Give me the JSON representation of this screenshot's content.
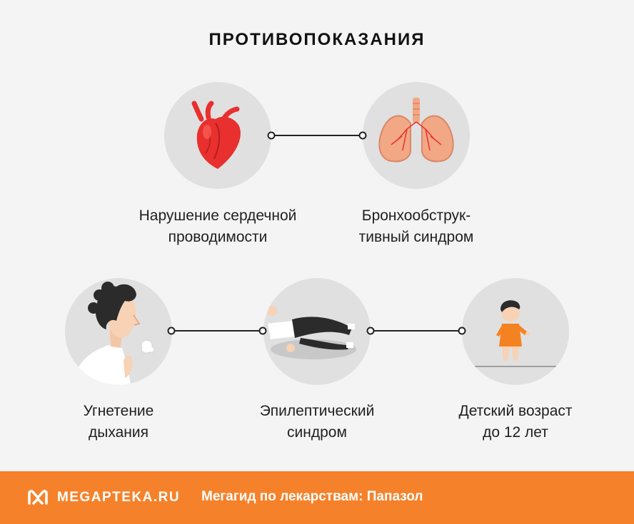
{
  "title": "ПРОТИВОПОКАЗАНИЯ",
  "items": [
    {
      "icon": "heart-icon",
      "line1": "Нарушение сердечной",
      "line2": "проводимости"
    },
    {
      "icon": "lungs-icon",
      "line1": "Бронхообструк-",
      "line2": "тивный синдром"
    },
    {
      "icon": "breathing-person-icon",
      "line1": "Угнетение",
      "line2": "дыхания"
    },
    {
      "icon": "seizure-person-icon",
      "line1": "Эпилептический",
      "line2": "синдром"
    },
    {
      "icon": "child-icon",
      "line1": "Детский возраст",
      "line2": "до 12 лет"
    }
  ],
  "footer": {
    "brand": "MEGAPTEKA.RU",
    "tagline": "Мегагид по лекарствам: Папазол",
    "logo_icon": "megapteka-logo-icon"
  },
  "colors": {
    "accent": "#f5822b",
    "circle_bg": "#e0e0e0",
    "heart": "#e8302e",
    "lungs": "#f2a785",
    "child": "#f58220"
  }
}
